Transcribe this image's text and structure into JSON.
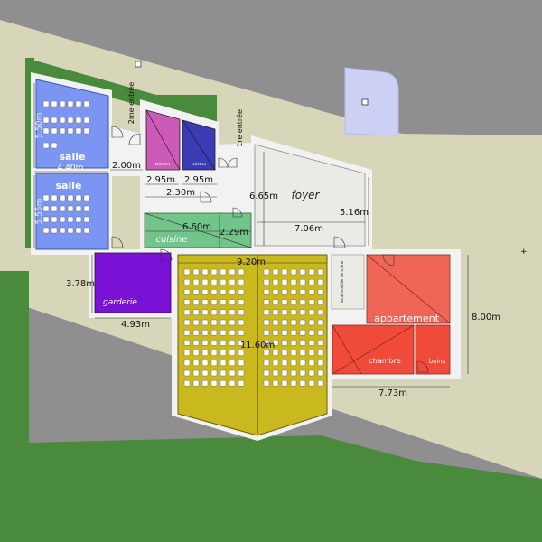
{
  "colors": {
    "sky": "#8f8f8f",
    "terrain": "#d8d6b8",
    "grass": "#4a8a3c",
    "wall": "#f2f2f2",
    "salle": "#7a96f2",
    "toilet_w": "#cc5ab8",
    "toilet_m": "#3b3bb4",
    "cuisine": "#72c48a",
    "garderie": "#7a12d6",
    "hall": "#c9b81e",
    "appartement": "#f06656",
    "chambre": "#f04a3a",
    "bains": "#f04a3a",
    "dimension": "#333333"
  },
  "rooms": {
    "salle_top": "salle",
    "salle_bottom": "salle",
    "toilets_left": "toilettes",
    "toilets_right": "toilettes",
    "cuisine": "cuisine",
    "garderie": "garderie",
    "foyer": "foyer",
    "appartement": "appartement",
    "chambre": "chambre",
    "bains": "bains",
    "storage": "local mobilier de scène"
  },
  "entrances": {
    "second": "2me entrée",
    "first": "1re entrée"
  },
  "dimensions": {
    "salle_top_h": "5.50m",
    "salle_width": "4.40m",
    "salle_bottom_h": "5.55m",
    "corridor": "2.00m",
    "toilet_left_w": "2.95m",
    "toilet_right_w": "2.95m",
    "vestibule": "2.30m",
    "foyer_h": "6.65m",
    "foyer_w": "7.06m",
    "foyer_right_h": "5.16m",
    "cuisine_w": "6.60m",
    "cuisine_h": "2.29m",
    "hall_w": "9.20m",
    "hall_h": "11.60m",
    "garderie_h": "3.78m",
    "garderie_w": "4.93m",
    "appart_h": "8.00m",
    "appart_w": "7.73m"
  }
}
